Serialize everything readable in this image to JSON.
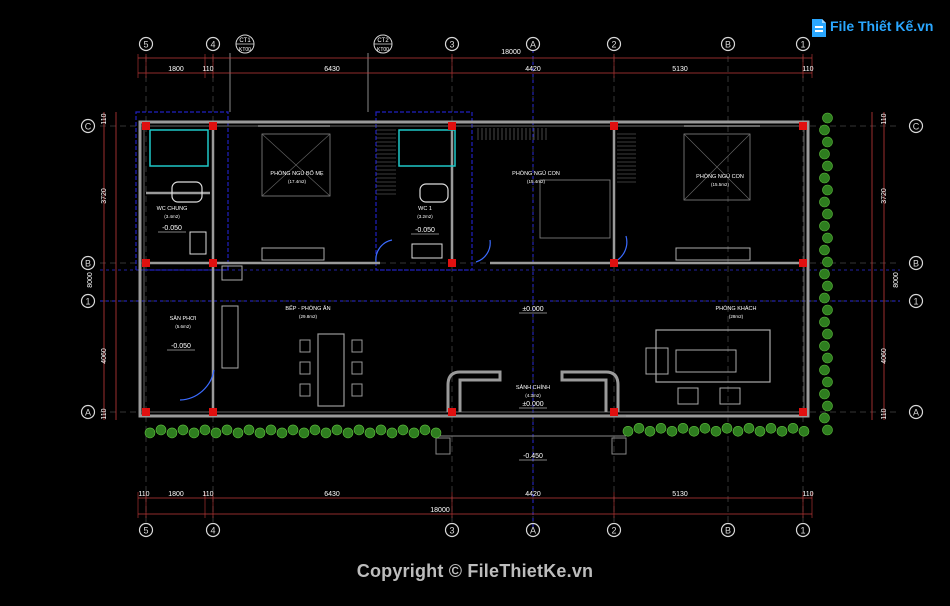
{
  "drawing": {
    "colors": {
      "background": "#000000",
      "wall": "#9a9a9a",
      "column": "#e01010",
      "grid_line": "#2a2ad8",
      "dimension": "#c23a3a",
      "text": "#ffffff",
      "bubble": "#d9d9d9",
      "plant": "#2e7d1f",
      "fixture": "#1fc7c7"
    },
    "grid_top": [
      "5",
      "4",
      "3",
      "A",
      "2",
      "B",
      "1"
    ],
    "grid_bottom": [
      "5",
      "4",
      "3",
      "A",
      "2",
      "B",
      "1"
    ],
    "grid_left": [
      "C",
      "B",
      "1",
      "A"
    ],
    "grid_right": [
      "C",
      "B",
      "1",
      "A"
    ],
    "section_tags": [
      [
        "CT1",
        "KT00"
      ],
      [
        "CT2",
        "KT00"
      ]
    ],
    "dims_top": {
      "total": "18000",
      "segments": [
        "1800",
        "110",
        "6430",
        "4420",
        "5130",
        "110"
      ]
    },
    "dims_bottom": {
      "total": "18000",
      "segments": [
        "110",
        "1800",
        "110",
        "6430",
        "4420",
        "5130",
        "110"
      ]
    },
    "dims_left": [
      "110",
      "3720",
      "8000",
      "4060",
      "110"
    ],
    "dims_right": [
      "110",
      "3720",
      "8000",
      "4060",
      "110"
    ],
    "rooms": [
      {
        "name": "PHÒNG NGỦ BỐ MẸ",
        "area": "(17.4m2)"
      },
      {
        "name": "PHÒNG NGỦ CON",
        "area": "(15.4m2)"
      },
      {
        "name": "PHÒNG NGỦ CON",
        "area": "(15.5m2)"
      },
      {
        "name": "WC CHUNG",
        "area": "(3.4m2)"
      },
      {
        "name": "WC 1",
        "area": "(3.2m2)"
      },
      {
        "name": "BẾP - PHÒNG ĂN",
        "area": "(29.8m2)"
      },
      {
        "name": "SÂN PHƠI",
        "area": "(5.6m2)"
      },
      {
        "name": "PHÒNG KHÁCH",
        "area": "(28m2)"
      },
      {
        "name": "SẢNH CHÍNH",
        "area": "(4.3m2)"
      }
    ],
    "levels": [
      "-0.050",
      "-0.050",
      "-0.050",
      "±0.000",
      "±0.000",
      "-0.450"
    ]
  },
  "watermark": {
    "copyright": "Copyright © FileThietKe.vn",
    "logo": "File Thiết Kế.vn"
  }
}
